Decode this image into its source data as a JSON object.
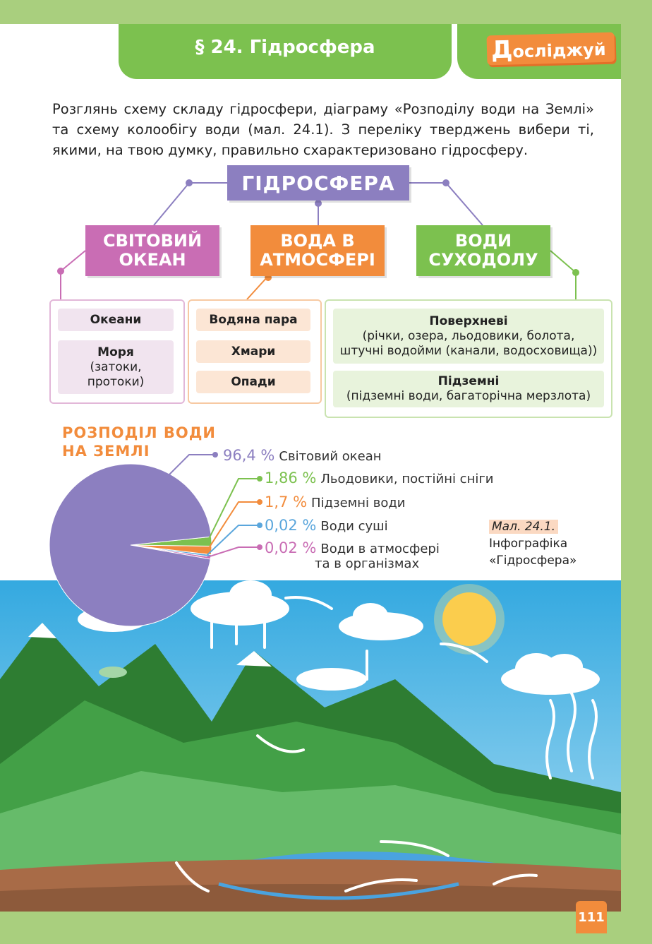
{
  "header": {
    "title": "§ 24. Гідросфера",
    "badge": "Досліджуй",
    "badge_first": "Д",
    "badge_rest": "осліджуй"
  },
  "intro": "Розглянь схему складу гідросфери, діаграму «Розподілу води на Землі» та схему колообігу води (мал. 24.1). З переліку тверджень вибери ті, якими, на твою думку, правильно схарактеризовано гідросферу.",
  "scheme": {
    "root": "ГІДРОСФЕРА",
    "ocean": {
      "line1": "СВІТОВИЙ",
      "line2": "ОКЕАН",
      "items": [
        "Океани"
      ],
      "seas_title": "Моря",
      "seas_sub1": "(затоки,",
      "seas_sub2": "протоки)"
    },
    "atmo": {
      "line1": "ВОДА В",
      "line2": "АТМОСФЕРІ",
      "items": [
        "Водяна пара",
        "Хмари",
        "Опади"
      ]
    },
    "land": {
      "line1": "ВОДИ",
      "line2": "СУХОДОЛУ",
      "surface_title": "Поверхневі",
      "surface_sub1": "(річки, озера, льодовики, болота,",
      "surface_sub2": "штучні водойми (канали, водосховища))",
      "ground_title": "Підземні",
      "ground_sub": "(підземні води, багаторічна мерзлота)"
    }
  },
  "distribution": {
    "title_line1": "РОЗПОДІЛ ВОДИ",
    "title_line2": "НА ЗЕМЛІ",
    "colors": {
      "ocean": "#8c7fc0",
      "glaciers": "#7cc14f",
      "ground": "#f28c3c",
      "land": "#5aa6dc",
      "atmo": "#c96db4"
    }
  },
  "chart_data": {
    "type": "pie",
    "title": "РОЗПОДІЛ ВОДИ НА ЗЕМЛІ",
    "categories": [
      "Світовий океан",
      "Льодовики, постійні сніги",
      "Підземні води",
      "Води суші",
      "Води в атмосфері та в організмах"
    ],
    "values": [
      96.4,
      1.86,
      1.7,
      0.02,
      0.02
    ],
    "labels": [
      "96,4 %",
      "1,86 %",
      "1,7 %",
      "0,02 %",
      "0,02 %"
    ],
    "legend_lines": [
      "Світовий океан",
      "Льодовики, постійні сніги",
      "Підземні води",
      "Води суші",
      "Води в атмосфері",
      "та в організмах"
    ]
  },
  "caption": {
    "fig": "Мал. 24.1.",
    "line1": "Інфографіка",
    "line2": "«Гідросфера»"
  },
  "page_number": "111"
}
